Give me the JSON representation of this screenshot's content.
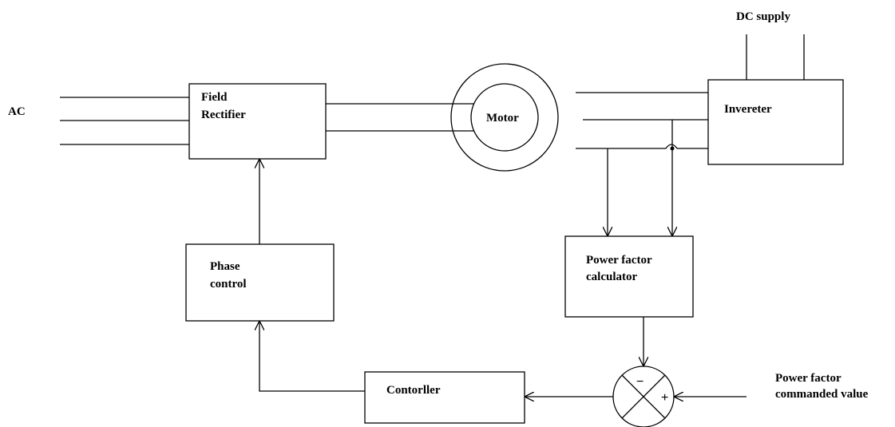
{
  "labels": {
    "ac": "AC",
    "dc_supply": "DC supply",
    "field_rectifier_line1": "Field",
    "field_rectifier_line2": "Rectifier",
    "motor": "Motor",
    "inverter": "Invereter",
    "phase_control_line1": "Phase",
    "phase_control_line2": "control",
    "pf_calc_line1": "Power factor",
    "pf_calc_line2": "calculator",
    "controller": "Contorller",
    "pf_cmd_line1": "Power factor",
    "pf_cmd_line2": "commanded value",
    "minus_sign": "−",
    "plus_sign": "+"
  }
}
